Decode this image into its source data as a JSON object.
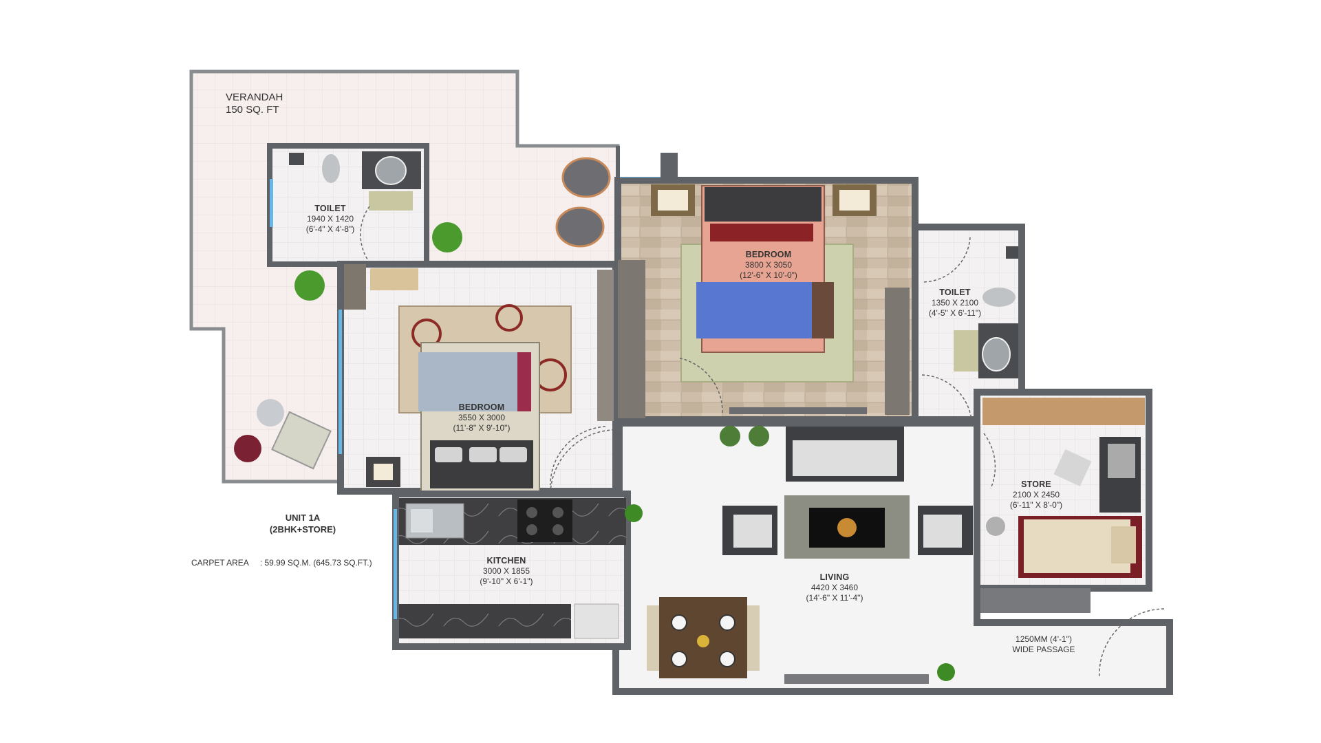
{
  "rooms": {
    "verandah": {
      "name": "VERANDAH",
      "area": "150 SQ. FT"
    },
    "toilet_1": {
      "name": "TOILET",
      "size_mm": "1940 X 1420",
      "size_ft": "(6'-4\" X 4'-8\")"
    },
    "bedroom_1": {
      "name": "BEDROOM",
      "size_mm": "3550 X 3000",
      "size_ft": "(11'-8\" X 9'-10\")"
    },
    "bedroom_master": {
      "name": "BEDROOM",
      "size_mm": "3800 X 3050",
      "size_ft": "(12'-6\" X 10'-0\")"
    },
    "toilet_2": {
      "name": "TOILET",
      "size_mm": "1350 X 2100",
      "size_ft": "(4'-5\" X 6'-11\")"
    },
    "store": {
      "name": "STORE",
      "size_mm": "2100 X 2450",
      "size_ft": "(6'-11\" X 8'-0\")"
    },
    "kitchen": {
      "name": "KITCHEN",
      "size_mm": "3000 X 1855",
      "size_ft": "(9'-10\" X 6'-1\")"
    },
    "living": {
      "name": "LIVING",
      "size_mm": "4420 X 3460",
      "size_ft": "(14'-6\" X 11'-4\")"
    },
    "passage": {
      "line1": "1250MM (4'-1\")",
      "line2": "WIDE PASSAGE"
    }
  },
  "unit": {
    "title": "UNIT 1A",
    "type": "(2BHK+STORE)"
  },
  "carpet": {
    "label": "CARPET AREA",
    "value": ":  59.99 SQ.M. (645.73 SQ.FT.)"
  },
  "colors": {
    "wall": "#5f6266",
    "floor_tile": "#f1eeed",
    "verandah_floor": "#f6efee",
    "wood_floor": "#c9b8a3",
    "window": "#66b6e6",
    "living_floor": "#f4f4f4"
  }
}
